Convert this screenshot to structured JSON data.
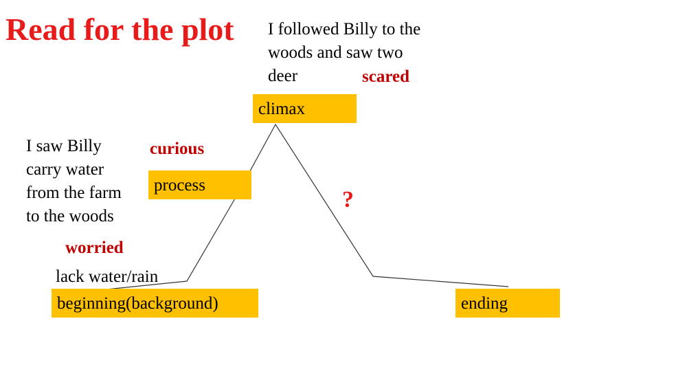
{
  "title": "Read for the plot",
  "nodes": {
    "beginning": "beginning(background)",
    "process": "process",
    "climax": "climax",
    "ending": "ending"
  },
  "notes": {
    "beginning_event": "lack water/rain",
    "process_event_lines": [
      "I saw Billy",
      "carry water",
      "from the farm",
      "to the woods"
    ],
    "climax_event_lines": [
      "I followed Billy to the",
      "woods and saw two",
      "deer"
    ]
  },
  "feelings": {
    "beginning": "worried",
    "process": "curious",
    "climax": "scared",
    "ending": "?"
  },
  "colors": {
    "title": "#e81b1b",
    "feeling": "#c00000",
    "box_fill": "#ffc000"
  }
}
